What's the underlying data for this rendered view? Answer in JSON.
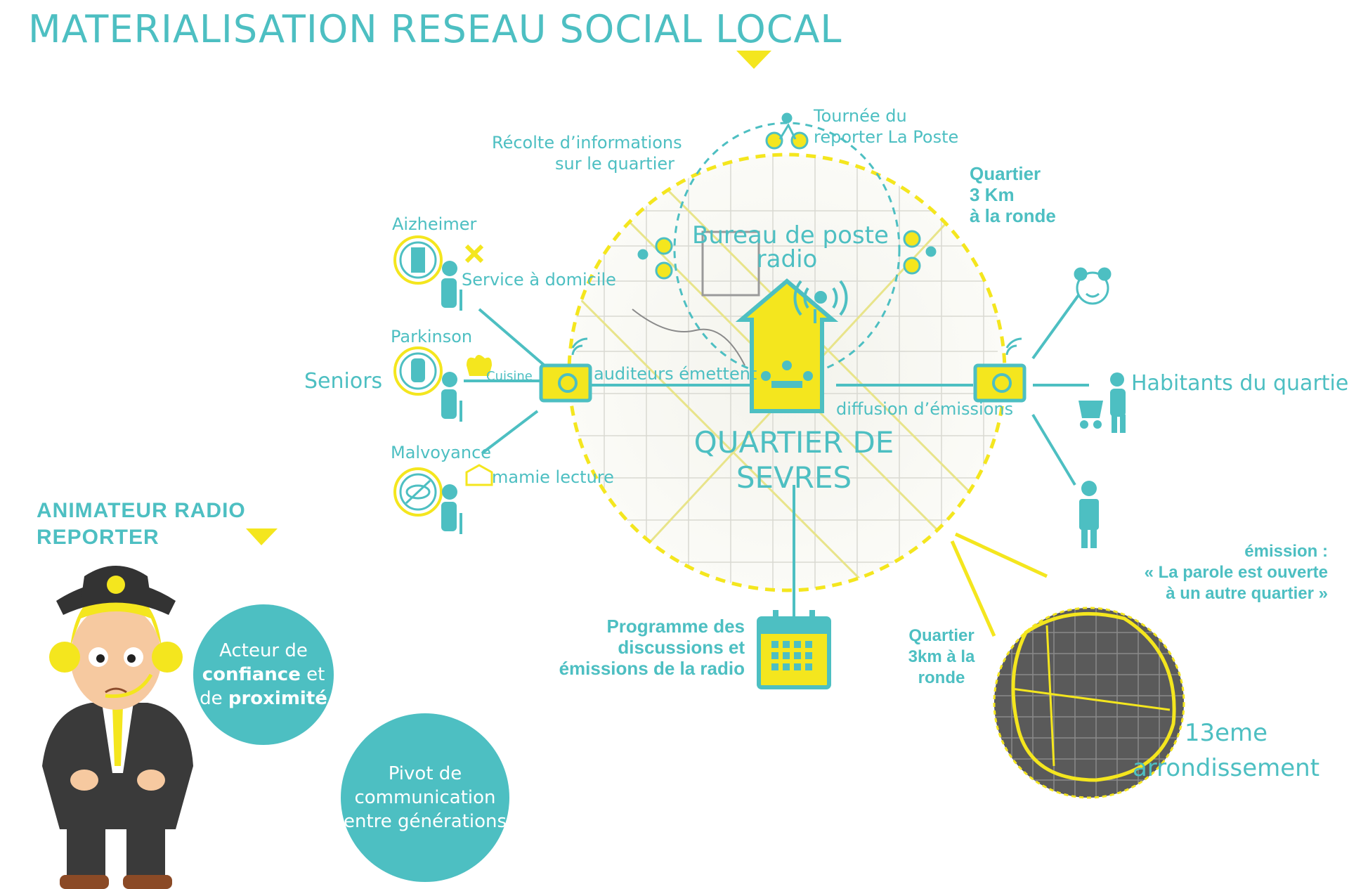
{
  "title": "MATERIALISATION RESEAU SOCIAL LOCAL",
  "center": {
    "bureau": "Bureau de poste",
    "bureau2": "radio",
    "quartier1": "QUARTIER DE",
    "quartier2": "SEVRES"
  },
  "top": {
    "recolte1": "Récolte d’informations",
    "recolte2": "sur le quartier",
    "tournee1": "Tournée du",
    "tournee2": "reporter La Poste",
    "zone1": "Quartier",
    "zone2": "3 Km",
    "zone3": "à la ronde"
  },
  "seniors": {
    "label": "Seniors",
    "alz": "Aizheimer",
    "park": "Parkinson",
    "malv": "Malvoyance",
    "service": "Service à domicile",
    "cuisine": "Cuisine",
    "mamie": "mamie lecture"
  },
  "links": {
    "auditeurs": "auditeurs émettent",
    "diffusion": "diffusion d’émissions"
  },
  "habitants": "Habitants du quartier",
  "programme": [
    "Programme des",
    "discussions et",
    "émissions de la radio"
  ],
  "emission": [
    "émission :",
    "« La parole est ouverte",
    "à un autre quartier »"
  ],
  "quartier3km": [
    "Quartier",
    "3km à la",
    "ronde"
  ],
  "arrondissement": [
    "13eme",
    "arrondissement"
  ],
  "animateur": [
    "ANIMATEUR RADIO",
    "REPORTER"
  ],
  "bubble1": {
    "l1": "Acteur de",
    "b1": "confiance",
    "m1": " et",
    "l2": "de ",
    "b2": "proximité"
  },
  "bubble2": [
    "Pivot de",
    "communication",
    "entre générations"
  ],
  "colors": {
    "teal": "#4dbfc2",
    "yellow": "#f4e61e",
    "dark": "#4a4a4a"
  }
}
